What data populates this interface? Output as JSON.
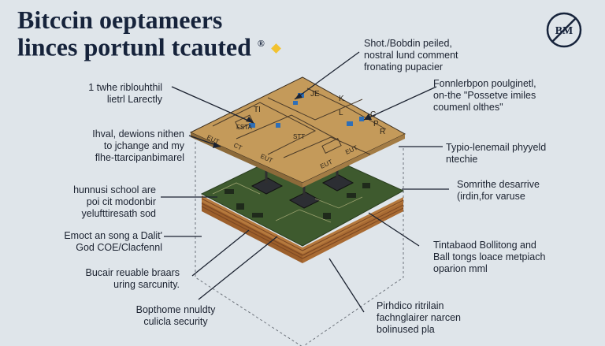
{
  "title": {
    "line1": "Bitccin oeptameers",
    "line2": "linces portunl tcauted",
    "mark": "®"
  },
  "logo": {
    "text": "BM"
  },
  "board": {
    "tiles": [
      "JE",
      "K",
      "TI",
      "L",
      "C",
      "P",
      "R"
    ],
    "edge_labels": [
      "EUT",
      "CT",
      "EUT",
      "EUT",
      "EUT"
    ],
    "side_labels": [
      "FSTA",
      "STT"
    ]
  },
  "labels": {
    "top_center": [
      "Shot./Bobdin peiled,",
      "nostral lund comment",
      "fronating pupacier"
    ],
    "left_1": [
      "1 twhe riblouhthil",
      "lietrl Larectly"
    ],
    "left_2": [
      "Ihval, dewions nithen",
      "to jchange and my",
      "flhe-ttarcipanbimarel"
    ],
    "left_3": [
      "hunnusi school are",
      "poi cit modonbir",
      "yelufttiresath sod"
    ],
    "left_4": [
      "Emoct an song a Dalit'",
      "God COE/Clacfennl"
    ],
    "left_5": [
      "Bucair reuable braars",
      "uring sarcunity."
    ],
    "bottom_left": [
      "Bopthome nnuldty",
      "culicla security"
    ],
    "bottom_center": [
      "Pirhdico ritrilain",
      "fachnglairer narcen",
      "bolinused pla"
    ],
    "right_1": [
      "Fonnlerbpon poulginetl,",
      "on-the \"Possetve imiles",
      "coumenl olthes\""
    ],
    "right_2": [
      "Typio-lenemail phyyeld",
      "ntechie"
    ],
    "right_3": [
      "Somrithe desarrive",
      "(irdin,for varuse"
    ],
    "right_4": [
      "Tintabaod Bollitong and",
      "Ball tongs loace metpiach",
      "oparion mml"
    ]
  }
}
